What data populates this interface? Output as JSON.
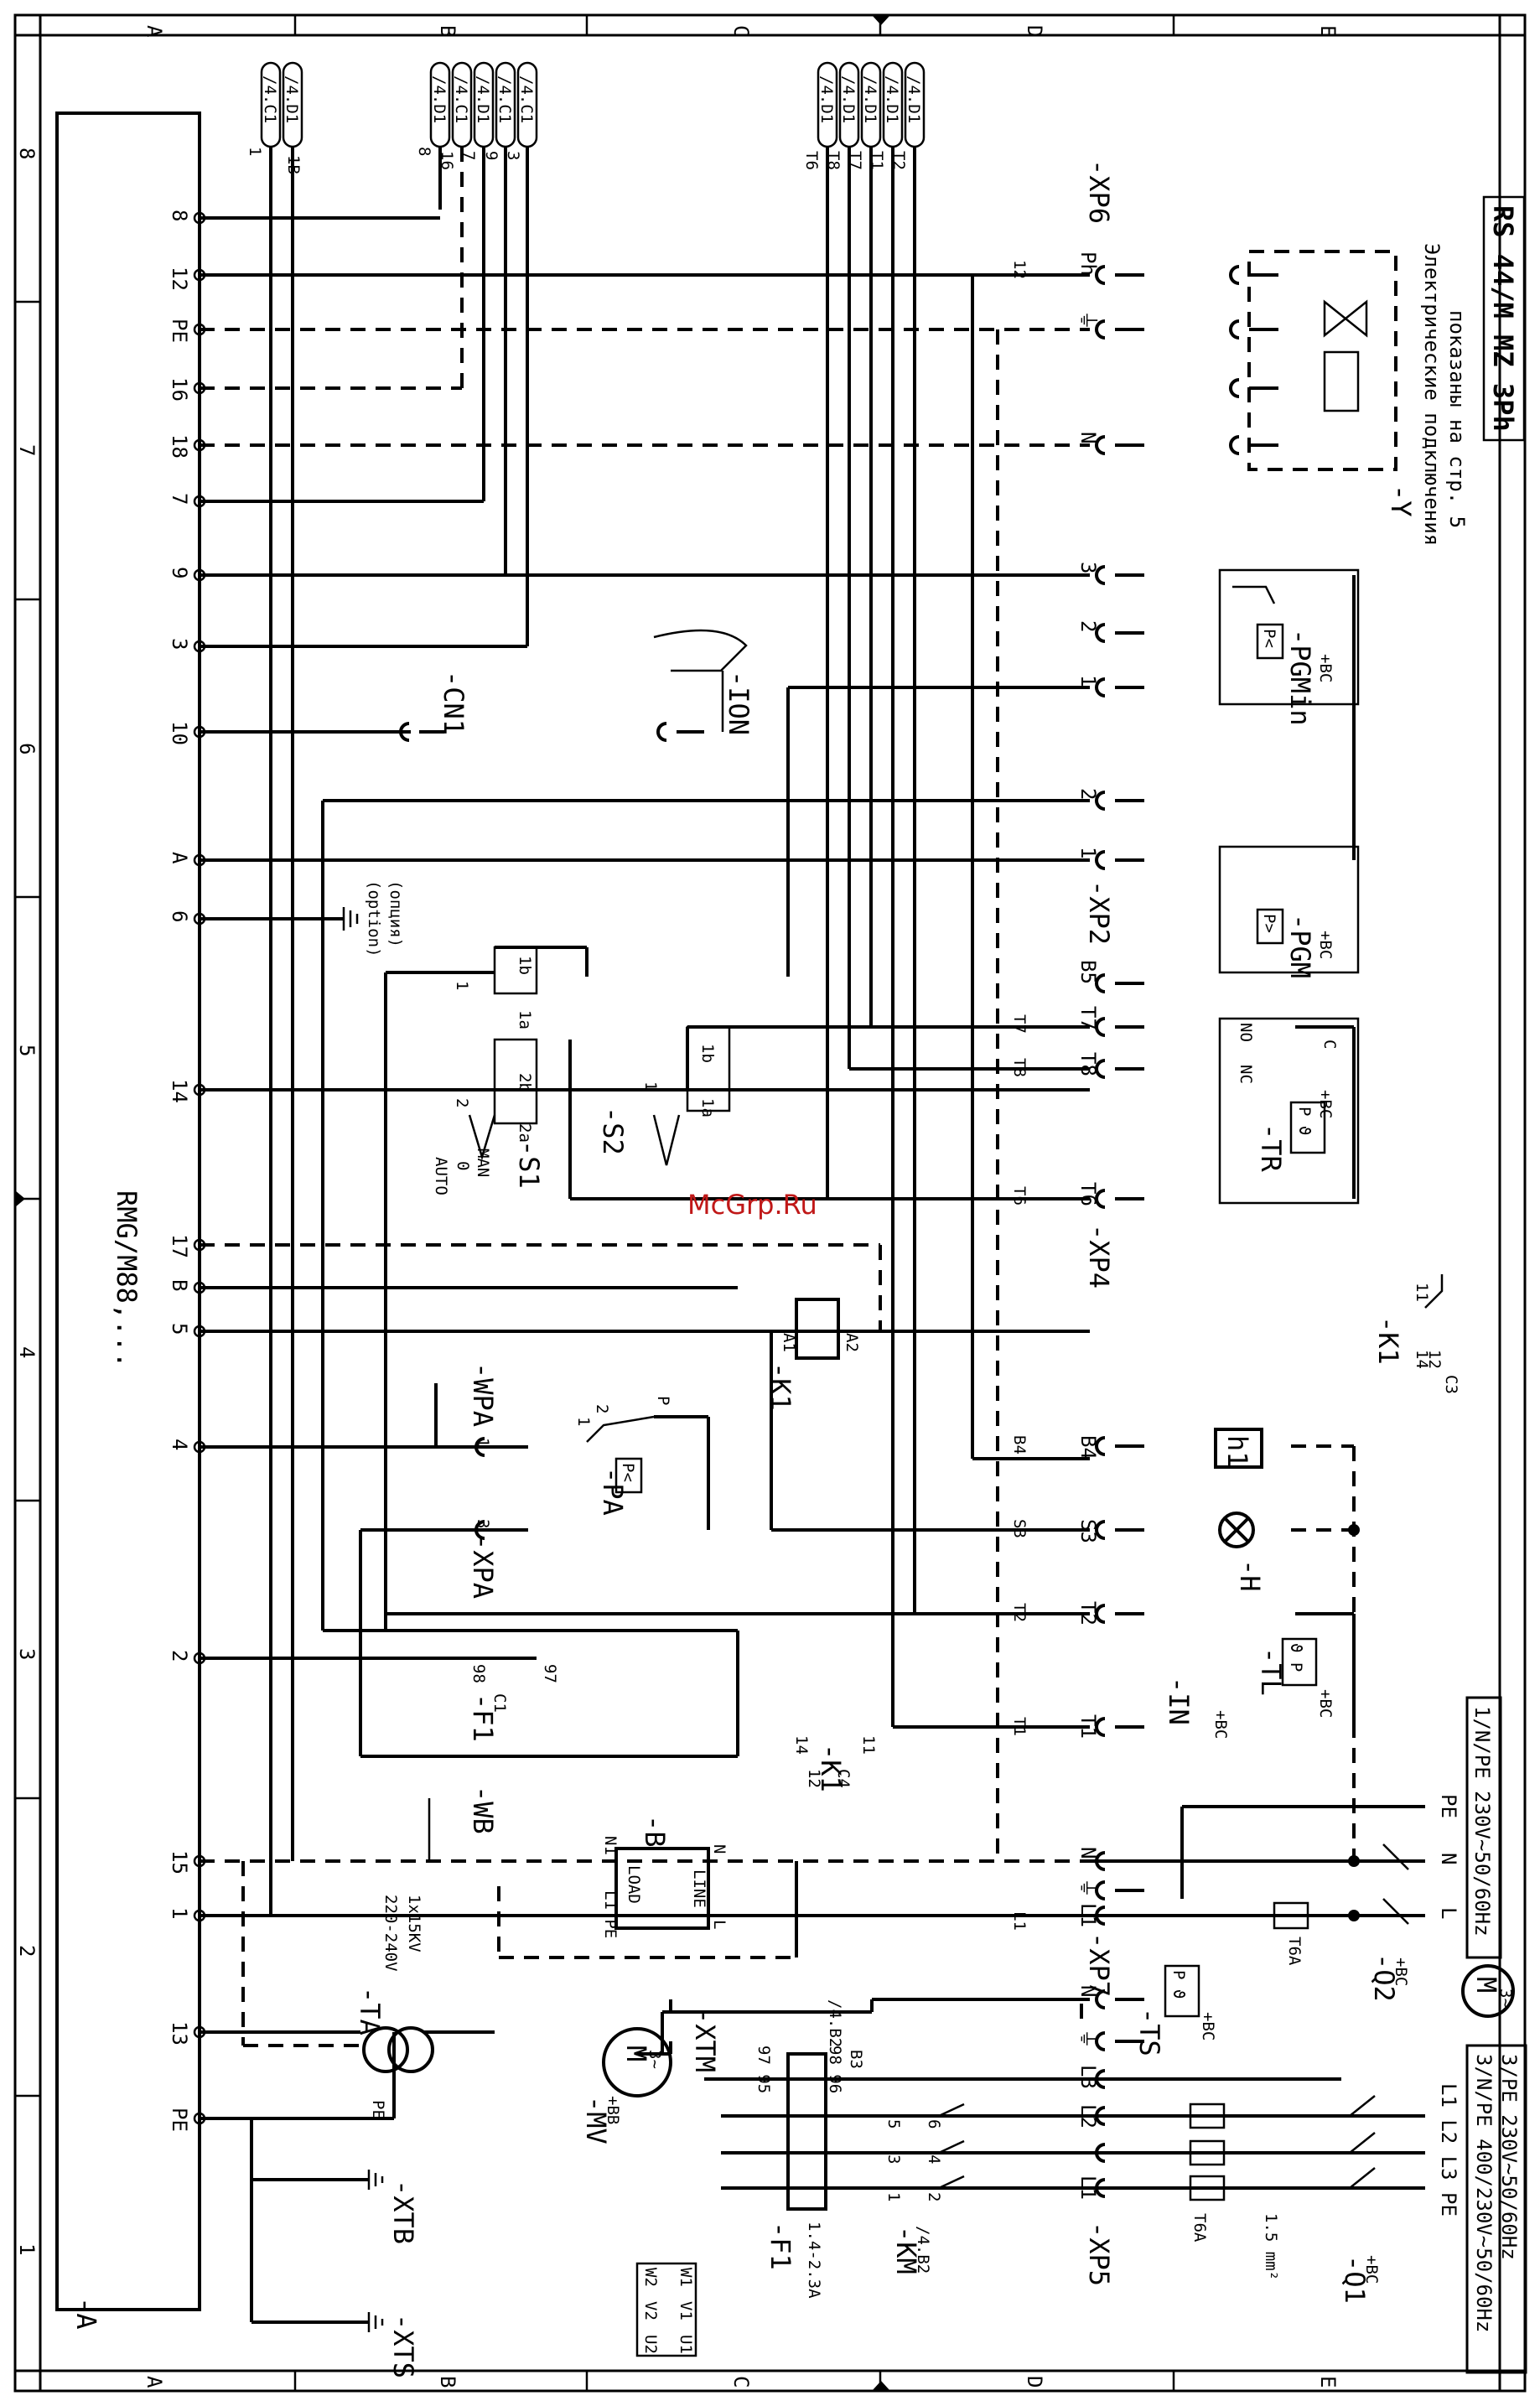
{
  "page": {
    "model_title": "RS 44/M MZ 3Ph",
    "note_line1": "Электрические подключения",
    "note_line2": "показаны на стр. 5",
    "watermark": "McGrp.Ru",
    "supply_1ph": "1/N/PE 230V~50/60Hz",
    "supply_3ph_a": "3/N/PE 400/230V~50/60Hz",
    "supply_3ph_b": "3/PE 230V~50/60Hz"
  },
  "frame": {
    "columns": [
      "A",
      "B",
      "C",
      "D",
      "E"
    ],
    "rows": [
      "1",
      "2",
      "3",
      "4",
      "5",
      "6",
      "7",
      "8"
    ]
  },
  "control_box": {
    "name": "-A",
    "type": "RMG/M88,...",
    "terminals": [
      "8",
      "12",
      "PE",
      "16",
      "18",
      "7",
      "9",
      "3",
      "10",
      "A",
      "6",
      "14",
      "17",
      "B",
      "5",
      "4",
      "2",
      "15",
      "1",
      "13",
      "PE"
    ]
  },
  "refs_left": [
    "1",
    "1B",
    "/4.C1",
    "/4.D1"
  ],
  "refs_mid": [
    "8",
    "16",
    "7",
    "9",
    "3",
    "/4.D1",
    "/4.C1",
    "/4.D1",
    "/4.C1",
    "/4.C1"
  ],
  "refs_right": [
    "T6",
    "T8",
    "T7",
    "T1",
    "T2",
    "/4.D1",
    "/4.D1",
    "/4.D1",
    "/4.D1",
    "/4.D1"
  ],
  "components": {
    "XP6": "-XP6",
    "Y": "-Y",
    "PGMin": "-PGMin",
    "PGM": "-PGM",
    "XP2": "-XP2",
    "TR": "-TR",
    "XP4": "-XP4",
    "CN1": "-CN1",
    "ION": "-ION",
    "option_en": "(option)",
    "option_ru": "(опция)",
    "S1": "-S1",
    "S2": "-S2",
    "auto": "AUTO",
    "zero": "0",
    "man": "MAN",
    "K1": "-K1",
    "WPA": "-WPA",
    "PA": "-PA",
    "XPA": "-XPA",
    "H": "-H",
    "h1": "h1",
    "IN": "-IN",
    "TL": "-TL",
    "F1": "-F1",
    "WB": "-WB",
    "B": "-B",
    "load": "LOAD",
    "line": "LINE",
    "XP7": "-XP7",
    "Q2": "-Q2",
    "TS": "-TS",
    "TA": "-TA",
    "TA_v": "220-240V",
    "TA_kv": "1x15KV",
    "XTM": "-XTM",
    "MV": "-MV",
    "MV_sub": "+BB",
    "KM": "-KM",
    "KM_ref": "/4.B2",
    "F1_rating": "1.4-2.3A",
    "XP5": "-XP5",
    "Q1": "-Q1",
    "XTS": "-XTS",
    "XTB": "-XTB",
    "wire": "1.5 mm²",
    "T6A": "T6A",
    "bc": "+BC",
    "M": "M",
    "three": "3~"
  },
  "xp6_pins": [
    "Ph",
    "⏚",
    "",
    "N"
  ],
  "pgmin_pins": [
    "3",
    "2",
    "1"
  ],
  "xp2_pins": [
    "2",
    "1"
  ],
  "xp4_pins": [
    "B5",
    "T7",
    "T8",
    "T6"
  ],
  "xp4_wire": [
    "T7",
    "T8",
    "T6"
  ],
  "xpa_pins": [
    "1",
    "3"
  ],
  "xp7_top_pins": [
    "B4",
    "S3",
    "T2",
    "T1"
  ],
  "xp7_wire": [
    "B4",
    "S3",
    "T2",
    "T1"
  ],
  "xp7_pins": [
    "N",
    "⏚",
    "L1"
  ],
  "xp5_pins": [
    "N",
    "⏚",
    "L3",
    "L2",
    "L1"
  ],
  "mains_1ph": [
    "PE",
    "N",
    "L"
  ],
  "mains_3ph": [
    "L1 L2 L3 PE"
  ],
  "wire_numbers": {
    "w12": "12",
    "w3": "3",
    "w1": "1",
    "wN": "N",
    "wPh": "Ph",
    "k1_a1": "A1",
    "k1_a2": "A2",
    "k1_14": "14",
    "k1_11": "11",
    "k1_12": "12",
    "k1_c4": "C4",
    "k1b_14": "14",
    "k1b_11": "11",
    "k1b_12": "12",
    "k1b_c3": "C3",
    "f1_98": "98",
    "f1_97": "97",
    "f1_c1": "C1",
    "s1_1": "1",
    "s1_2": "2",
    "s1_1a": "1a",
    "s1_1b": "1b",
    "s1_2a": "2a",
    "s1_2b": "2b",
    "s2_1": "1",
    "l1": "L1",
    "l1pe": "L1 PE",
    "n1": "N1",
    "nn": "N",
    "ll": "L",
    "pa_1": "1",
    "pa_2": "2",
    "pa_p": "P",
    "xtm_97": "97 95",
    "xtm_98": "98 96",
    "xtm_b3": "B3",
    "xtm_b2": "/4.B2",
    "tr_no": "NO",
    "tr_nc": "NC",
    "tr_c": "C",
    "km_1": "1",
    "km_3": "3",
    "km_5": "5",
    "km_2": "2",
    "km_4": "4",
    "km_6": "6",
    "mv_u": "U1",
    "mv_v": "V1",
    "mv_w": "W1",
    "mv_u2": "U2",
    "mv_v2": "V2",
    "mv_w2": "W2"
  }
}
